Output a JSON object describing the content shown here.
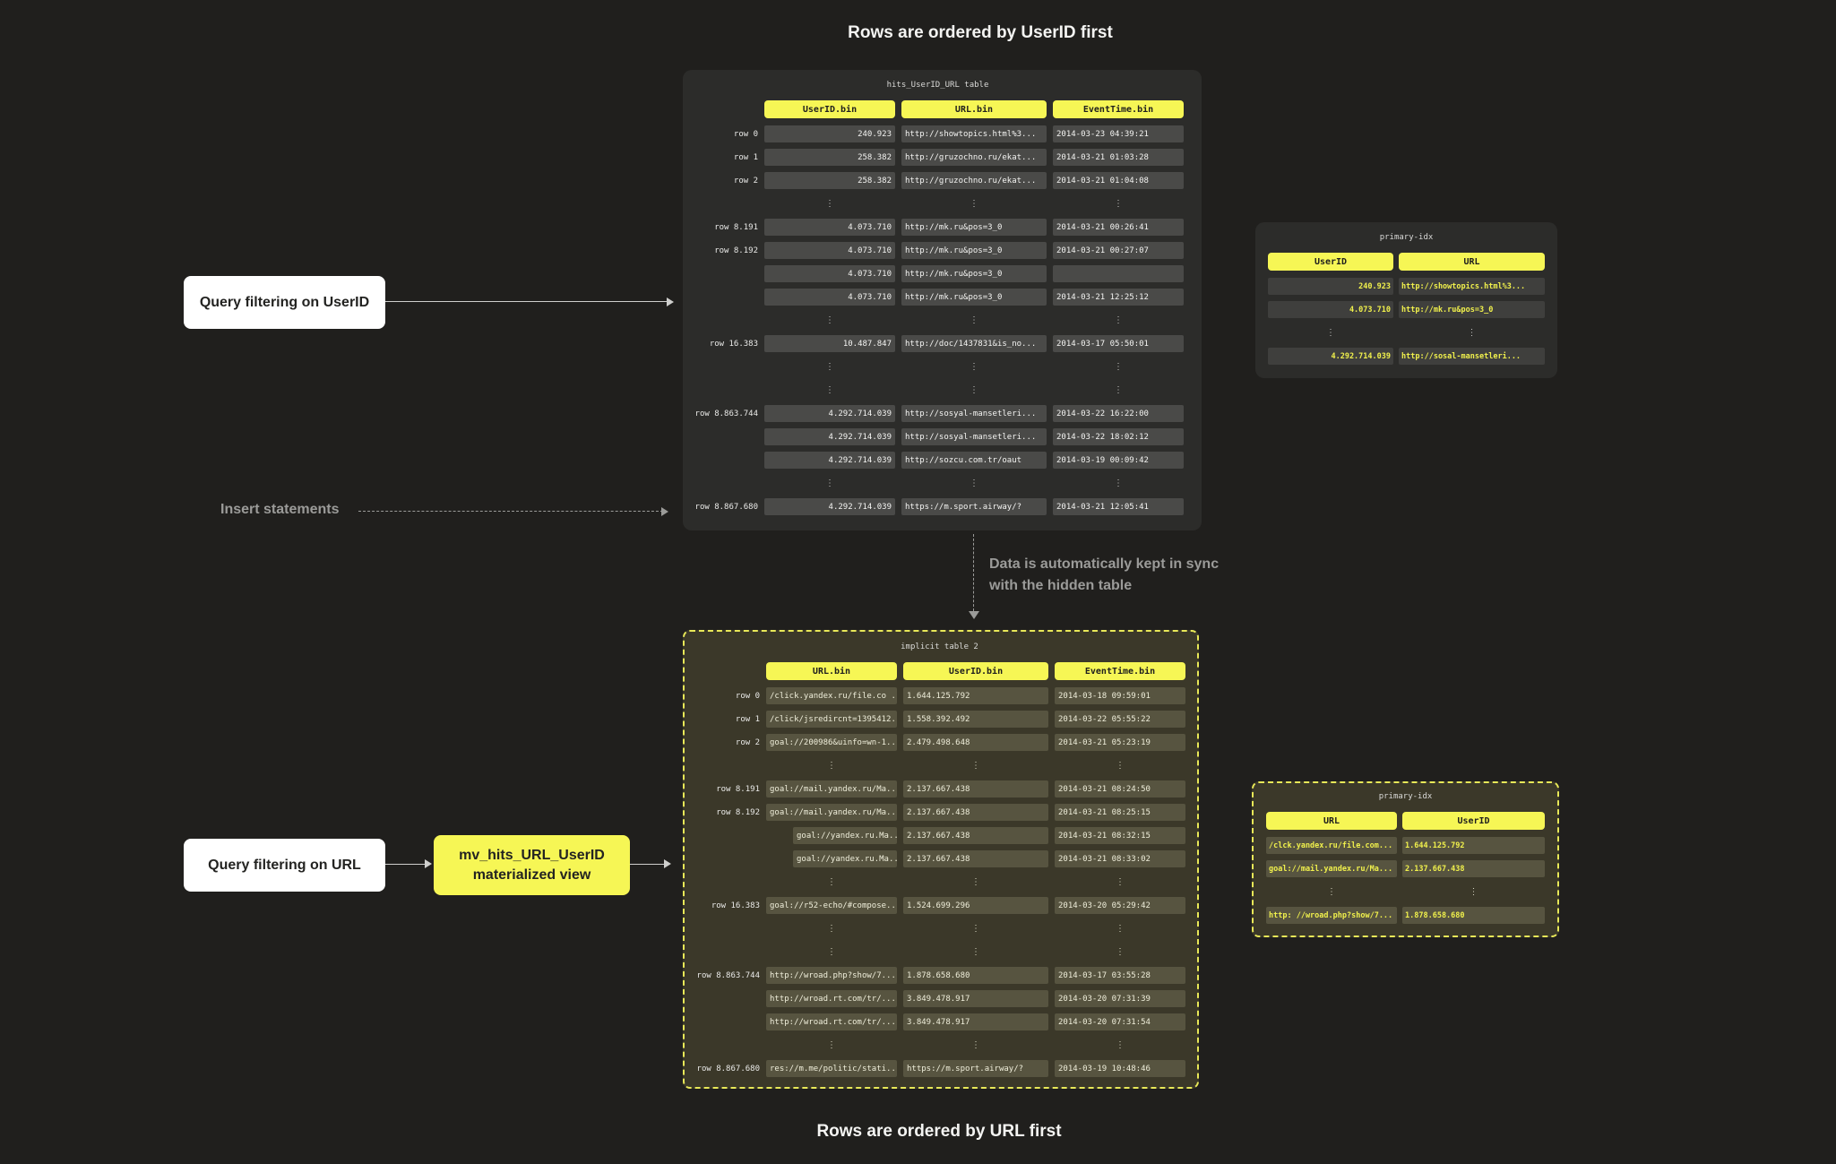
{
  "captions": {
    "top": "Rows are ordered by UserID first",
    "bottom": "Rows are ordered by URL first"
  },
  "annotations": {
    "query_userid": "Query filtering on UserID",
    "insert_statements": "Insert statements",
    "sync_note": [
      "Data is automatically kept in sync",
      "with the hidden table"
    ],
    "query_url": "Query filtering on URL",
    "mv_box": [
      "mv_hits_URL_UserID",
      "materialized view"
    ]
  },
  "ellipsis_glyph": "⋮",
  "colors": {
    "page_bg": "#201f1d",
    "panel_bg": "#2c2c2a",
    "cell_bg": "#4a4a48",
    "yellow": "#f6f655",
    "index_cell_bg": "#3f3f3d",
    "index_text": "#f0f04c",
    "olive_panel_bg": "#3b3829",
    "olive_cell_bg": "#575440",
    "dashed_border": "#e8e858",
    "gray_text": "#9b9b99",
    "white_text": "#f4f4f2"
  },
  "top_table": {
    "title": "hits_UserID_URL table",
    "columns": [
      "UserID.bin",
      "URL.bin",
      "EventTime.bin"
    ],
    "align": [
      "right",
      "left",
      "left"
    ],
    "rows": [
      {
        "label": "row 0",
        "cells": [
          "240.923",
          "http://showtopics.html%3...",
          "2014-03-23 04:39:21"
        ]
      },
      {
        "label": "row 1",
        "cells": [
          "258.382",
          "http://gruzochno.ru/ekat...",
          "2014-03-21 01:03:28"
        ]
      },
      {
        "label": "row 2",
        "cells": [
          "258.382",
          "http://gruzochno.ru/ekat...",
          "2014-03-21 01:04:08"
        ]
      },
      {
        "ellipsis": true
      },
      {
        "label": "row 8.191",
        "cells": [
          "4.073.710",
          "http://mk.ru&pos=3_0",
          "2014-03-21 00:26:41"
        ]
      },
      {
        "label": "row 8.192",
        "cells": [
          "4.073.710",
          "http://mk.ru&pos=3_0",
          "2014-03-21 00:27:07"
        ]
      },
      {
        "label": "",
        "cells": [
          "4.073.710",
          "http://mk.ru&pos=3_0",
          ""
        ]
      },
      {
        "label": "",
        "cells": [
          "4.073.710",
          "http://mk.ru&pos=3_0",
          "2014-03-21 12:25:12"
        ]
      },
      {
        "ellipsis": true
      },
      {
        "label": "row 16.383",
        "cells": [
          "10.487.847",
          "http://doc/1437831&is_no...",
          "2014-03-17 05:50:01"
        ]
      },
      {
        "ellipsis": true
      },
      {
        "ellipsis": true
      },
      {
        "label": "row 8.863.744",
        "cells": [
          "4.292.714.039",
          "http://sosyal-mansetleri...",
          "2014-03-22 16:22:00"
        ]
      },
      {
        "label": "",
        "cells": [
          "4.292.714.039",
          "http://sosyal-mansetleri...",
          "2014-03-22 18:02:12"
        ]
      },
      {
        "label": "",
        "cells": [
          "4.292.714.039",
          "http://sozcu.com.tr/oaut",
          "2014-03-19 00:09:42"
        ]
      },
      {
        "ellipsis": true
      },
      {
        "label": "row 8.867.680",
        "cells": [
          "4.292.714.039",
          "https://m.sport.airway/?",
          "2014-03-21 12:05:41"
        ]
      }
    ]
  },
  "top_index": {
    "title": "primary-idx",
    "columns": [
      "UserID",
      "URL"
    ],
    "align": [
      "right",
      "left"
    ],
    "rows": [
      {
        "cells": [
          "240.923",
          "http://showtopics.html%3..."
        ]
      },
      {
        "cells": [
          "4.073.710",
          "http://mk.ru&pos=3_0"
        ]
      },
      {
        "ellipsis": true
      },
      {
        "cells": [
          "4.292.714.039",
          "http://sosal-mansetleri..."
        ]
      }
    ]
  },
  "bottom_table": {
    "title": "implicit table 2",
    "columns": [
      "URL.bin",
      "UserID.bin",
      "EventTime.bin"
    ],
    "align": [
      "left",
      "left",
      "left"
    ],
    "rows": [
      {
        "label": "row 0",
        "cells": [
          "/click.yandex.ru/file.co ...",
          "1.644.125.792",
          "2014-03-18 09:59:01"
        ]
      },
      {
        "label": "row 1",
        "cells": [
          "/click/jsredircnt=1395412...",
          "1.558.392.492",
          "2014-03-22 05:55:22"
        ]
      },
      {
        "label": "row 2",
        "cells": [
          "goal://200986&uinfo=wn-1...",
          "2.479.498.648",
          "2014-03-21 05:23:19"
        ]
      },
      {
        "ellipsis": true
      },
      {
        "label": "row 8.191",
        "cells": [
          "goal://mail.yandex.ru/Ma...",
          "2.137.667.438",
          "2014-03-21 08:24:50"
        ]
      },
      {
        "label": "row 8.192",
        "cells": [
          "goal://mail.yandex.ru/Ma...",
          "2.137.667.438",
          "2014-03-21 08:25:15"
        ]
      },
      {
        "label": "",
        "indent": 30,
        "cells": [
          "goal://yandex.ru.Ma...",
          "2.137.667.438",
          "2014-03-21 08:32:15"
        ]
      },
      {
        "label": "",
        "indent": 30,
        "cells": [
          "goal://yandex.ru.Ma...",
          "2.137.667.438",
          "2014-03-21 08:33:02"
        ]
      },
      {
        "ellipsis": true
      },
      {
        "label": "row 16.383",
        "cells": [
          "goal://r52-echo/#compose...",
          "1.524.699.296",
          "2014-03-20 05:29:42"
        ]
      },
      {
        "ellipsis": true
      },
      {
        "ellipsis": true
      },
      {
        "label": "row 8.863.744",
        "cells": [
          "http://wroad.php?show/7...",
          "1.878.658.680",
          "2014-03-17 03:55:28"
        ]
      },
      {
        "label": "",
        "cells": [
          "http://wroad.rt.com/tr/...",
          "3.849.478.917",
          "2014-03-20 07:31:39"
        ]
      },
      {
        "label": "",
        "cells": [
          "http://wroad.rt.com/tr/...",
          "3.849.478.917",
          "2014-03-20 07:31:54"
        ]
      },
      {
        "ellipsis": true
      },
      {
        "label": "row 8.867.680",
        "cells": [
          "res://m.me/politic/stati...",
          "https://m.sport.airway/?",
          "2014-03-19 10:48:46"
        ]
      }
    ]
  },
  "bottom_index": {
    "title": "primary-idx",
    "columns": [
      "URL",
      "UserID"
    ],
    "align": [
      "left",
      "left"
    ],
    "rows": [
      {
        "cells": [
          "/clck.yandex.ru/file.com...",
          "1.644.125.792"
        ]
      },
      {
        "cells": [
          "goal://mail.yandex.ru/Ma...",
          "2.137.667.438"
        ]
      },
      {
        "ellipsis": true
      },
      {
        "cells": [
          "http: //wroad.php?show/7...",
          "1.878.658.680"
        ]
      }
    ]
  }
}
